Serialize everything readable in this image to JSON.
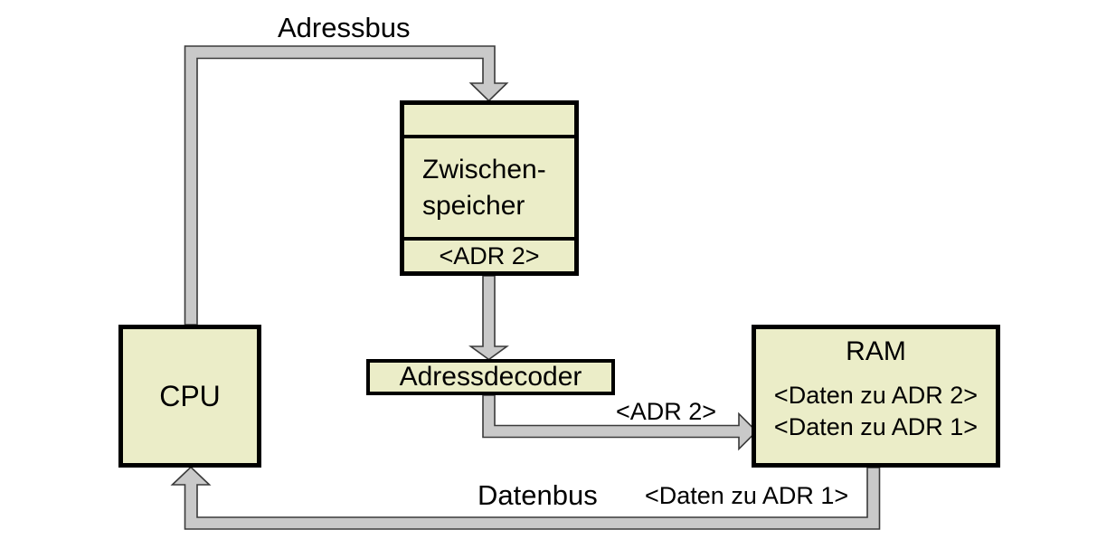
{
  "palette": {
    "background": "#ffffff",
    "box_fill": "#ebedc8",
    "box_border": "#000000",
    "bus_fill": "#c9c9c9",
    "bus_outline": "#3a3a3a",
    "text_color": "#000000"
  },
  "nodes": {
    "cpu": {
      "label": "CPU"
    },
    "buffer": {
      "line1": "Zwischen-",
      "line2": "speicher",
      "slot": "<ADR 2>"
    },
    "decoder": {
      "label": "Adressdecoder"
    },
    "ram": {
      "title": "RAM",
      "row1": "<Daten zu ADR 2>",
      "row2": "<Daten zu ADR 1>"
    }
  },
  "bus_labels": {
    "adressbus": "Adressbus",
    "datenbus": "Datenbus",
    "adr2": "<ADR 2>",
    "daten_zu_adr1": "<Daten zu ADR 1>"
  }
}
